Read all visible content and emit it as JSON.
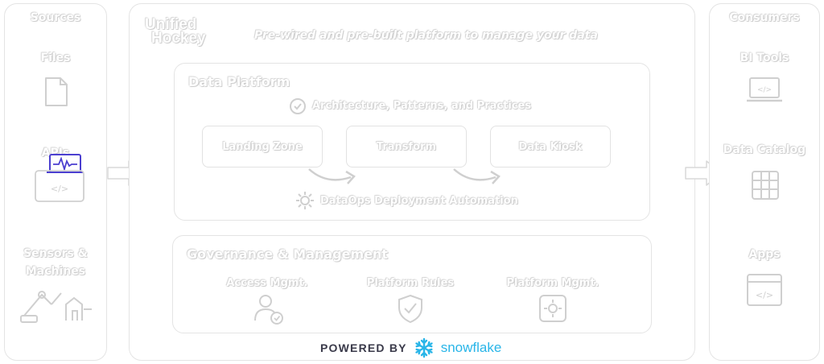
{
  "sources": {
    "title": "Sources",
    "items": [
      {
        "label": "Files",
        "icon": "file-icon"
      },
      {
        "label": "APIs",
        "icon": "api-icon"
      },
      {
        "label": "Sensors & Machines",
        "icon": "machines-icon"
      }
    ]
  },
  "platform": {
    "logo_text": [
      "Unified",
      "Hockey"
    ],
    "tagline": "Pre-wired and pre-built platform to manage your data",
    "data_platform": {
      "title": "Data Platform",
      "architecture_label": "Architecture, Patterns, and Practices",
      "stages": [
        "Landing Zone",
        "Transform",
        "Data Kiosk"
      ],
      "devops_label": "DataOps Deployment Automation"
    },
    "governance": {
      "title": "Governance & Management",
      "items": [
        {
          "label": "Access Mgmt.",
          "icon": "user-lock-icon"
        },
        {
          "label": "Platform Rules",
          "icon": "shield-check-icon"
        },
        {
          "label": "Platform Mgmt.",
          "icon": "gear-icon"
        }
      ]
    },
    "powered_by": "POWERED BY",
    "powered_brand": "snowflake",
    "brand_color": "#29B5E8"
  },
  "consumers": {
    "title": "Consumers",
    "items": [
      {
        "label": "BI Tools",
        "icon": "laptop-chart-icon"
      },
      {
        "label": "Data Catalog",
        "icon": "catalog-icon"
      },
      {
        "label": "Apps",
        "icon": "app-window-icon"
      }
    ]
  },
  "colors": {
    "ghost_outline": "#cfcfcf",
    "api_accent": "#4b3fd0"
  }
}
